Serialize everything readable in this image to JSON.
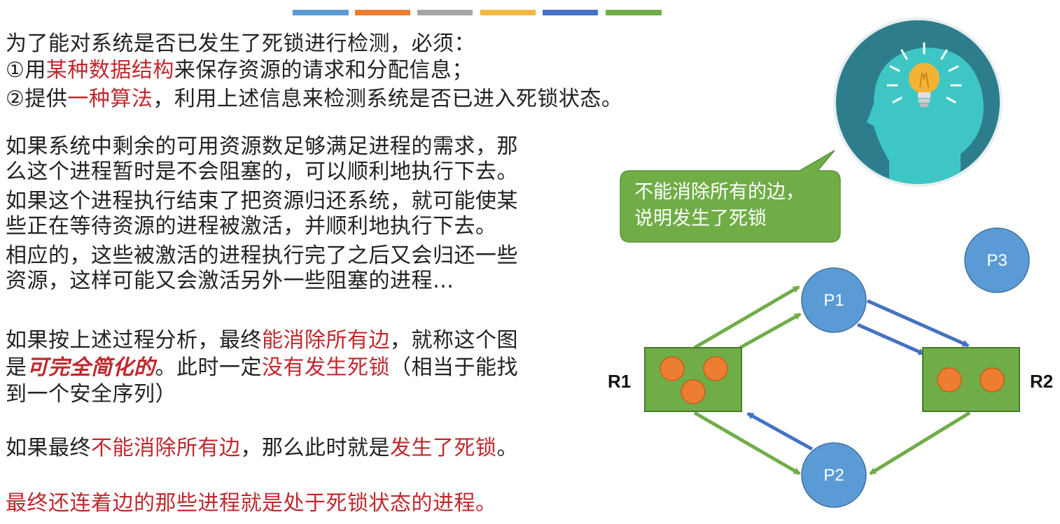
{
  "top_bar_colors": [
    "#5b9bd5",
    "#ed7d31",
    "#a5a5a5",
    "#ffc000",
    "#4472c4",
    "#70ad47"
  ],
  "intro": {
    "line1": "为了能对系统是否已发生了死锁进行检测，必须：",
    "line2": {
      "prefix": "①用",
      "highlight": "某种数据结构",
      "suffix": "来保存资源的请求和分配信息；"
    },
    "line3": {
      "prefix": "②提供",
      "highlight": "一种算法",
      "suffix": "，利用上述信息来检测系统是否已进入死锁状态。"
    }
  },
  "paragraph1": {
    "lines": [
      "如果系统中剩余的可用资源数足够满足进程的需求，那",
      "么这个进程暂时是不会阻塞的，可以顺利地执行下去。",
      "如果这个进程执行结束了把资源归还系统，就可能使某",
      "些正在等待资源的进程被激活，并顺利地执行下去。",
      "相应的，这些被激活的进程执行完了之后又会归还一些",
      "资源，这样可能又会激活另外一些阻塞的进程…"
    ]
  },
  "paragraph2": {
    "l1_prefix": "如果按上述过程分析，最终",
    "l1_highlight": "能消除所有边",
    "l1_suffix": "，就称这个图",
    "l2_prefix": "是",
    "l2_emphasis": "可完全简化的",
    "l2_mid": "。此时一定",
    "l2_highlight": "没有发生死锁",
    "l2_suffix": "（相当于能找",
    "l3": "到一个安全序列）"
  },
  "paragraph3": {
    "prefix": "如果最终",
    "highlight1": "不能消除所有边",
    "mid": "，那么此时就是",
    "highlight2": "发生了死锁",
    "suffix": "。"
  },
  "conclusion": "最终还连着边的那些进程就是处于死锁状态的进程。",
  "callout": {
    "line1": "不能消除所有的边，",
    "line2": "说明发生了死锁"
  },
  "diagram": {
    "process_labels": {
      "p1": "P1",
      "p2": "P2",
      "p3": "P3"
    },
    "resource_labels": {
      "r1": "R1",
      "r2": "R2"
    },
    "r1_instances": 3,
    "r2_instances": 2,
    "colors": {
      "process": "#5b9bd5",
      "resource": "#70ad47",
      "instance": "#ed7d31",
      "request_edge": "#70ad47",
      "assignment_edge": "#4472c4",
      "callout": "#70ad47",
      "icon_circle": "#2e7d8c",
      "icon_head": "#3ec6c4",
      "bulb": "#f5b335",
      "text_highlight": "#c0282d"
    }
  }
}
